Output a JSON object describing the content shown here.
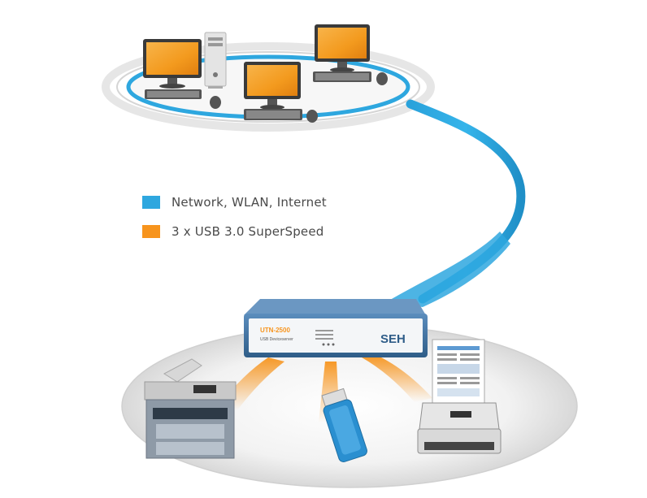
{
  "legend": {
    "network": {
      "label": "Network, WLAN, Internet",
      "color": "#2ea7df"
    },
    "usb": {
      "label": "3 x USB 3.0 SuperSpeed",
      "color": "#f7941d"
    }
  },
  "device": {
    "model": "UTN-2500",
    "subtitle": "USB Deviceserver",
    "brand": "SEH",
    "case_color": "#3f6f9c"
  },
  "colors": {
    "cable": "#2ea7df",
    "usb_glow": "#f7941d",
    "monitor_screen": "#f39a1e"
  },
  "icons": [
    "computer-icon",
    "tower-pc-icon",
    "mfp-printer-icon",
    "usb-stick-icon",
    "document-scanner-icon"
  ]
}
